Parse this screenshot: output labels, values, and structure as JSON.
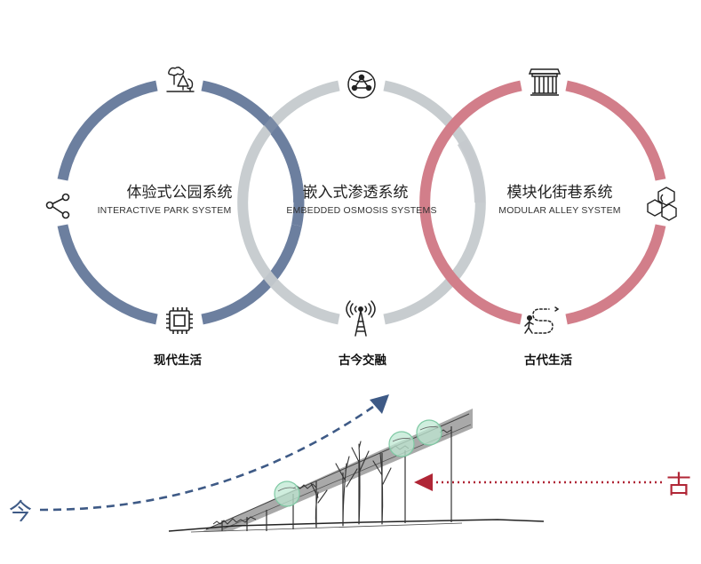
{
  "colors": {
    "blue": "#6C7F9F",
    "grey": "#C5CACD",
    "red": "#D27E8A",
    "arrow_blue": "#3E5A86",
    "arrow_red": "#B02636",
    "glass": "#BFE8D3"
  },
  "systems": [
    {
      "id": "park",
      "title_cn": "体验式公园系统",
      "title_en": "INTERACTIVE PARK SYSTEM",
      "color": "blue",
      "top_icon": "trees-icon",
      "side_icon": "share-network-icon",
      "bottom_icon": "chip-icon"
    },
    {
      "id": "osmosis",
      "title_cn": "嵌入式渗透系统",
      "title_en": "EMBEDDED OSMOSIS SYSTEMS",
      "color": "grey",
      "top_icon": "globe-network-icon",
      "bottom_icon": "radio-tower-icon"
    },
    {
      "id": "alley",
      "title_cn": "模块化街巷系统",
      "title_en": "MODULAR ALLEY SYSTEM",
      "color": "red",
      "top_icon": "traditional-gate-icon",
      "side_icon": "hexagon-cluster-icon",
      "bottom_icon": "walking-path-icon"
    }
  ],
  "bottom_labels": [
    "现代生活",
    "古今交融",
    "古代生活"
  ],
  "sketch": {
    "left_label": "今",
    "right_label": "古"
  }
}
